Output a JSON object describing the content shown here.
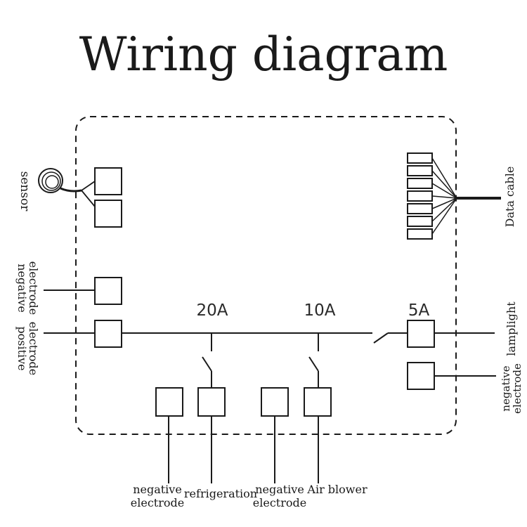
{
  "title": "Wiring diagram",
  "ratings": {
    "r20": "20A",
    "r10": "10A",
    "r5": "5A"
  },
  "labels": {
    "sensor": "sensor",
    "data_cable": "Data cable",
    "left_negative_line1": "negative",
    "left_negative_line2": "electrode",
    "left_positive_line1": "positive",
    "left_positive_line2": "electrode",
    "lamplight": "lamplight",
    "right_negative_line1": "negative",
    "right_negative_line2": "electrode",
    "bottom_negative1_line1": "negative",
    "bottom_negative1_line2": "electrode",
    "refrigeration": "refrigeration",
    "bottom_negative2_line1": "negative",
    "bottom_negative2_line2": "electrode",
    "air_blower": "Air blower"
  }
}
